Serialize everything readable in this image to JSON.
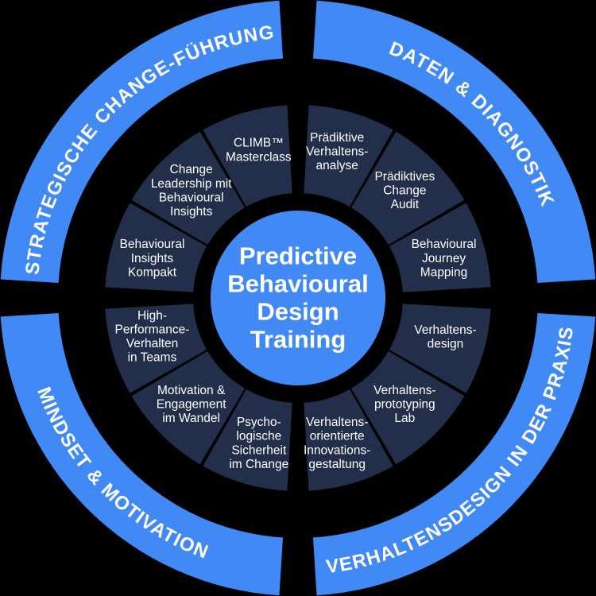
{
  "center": {
    "title_lines": [
      "Predictive",
      "Behavioural",
      "Design",
      "Training"
    ],
    "background_color": "#4189F5",
    "text_color": "#FFFFFF"
  },
  "colors": {
    "background": "#000000",
    "outer_ring": "#4189F5",
    "inner_segment": "#232E4A",
    "divider": "#060B18",
    "label_text": "#FFFFFF"
  },
  "outer_ring": {
    "quadrants": [
      {
        "id": "q1",
        "label": "STRATEGISCHE CHANGE-FÜHRUNG",
        "position": "top-left"
      },
      {
        "id": "q2",
        "label": "DATEN & DIAGNOSTIK",
        "position": "top-right"
      },
      {
        "id": "q3",
        "label": "VERHALTENSDESIGN IN DER PRAXIS",
        "position": "bottom-right"
      },
      {
        "id": "q4",
        "label": "MINDSET & MOTIVATION",
        "position": "bottom-left"
      }
    ]
  },
  "inner_ring": {
    "segments": [
      {
        "index": 0,
        "quadrant": "q2",
        "lines": [
          "Prädiktive",
          "Verhaltens-",
          "analyse"
        ]
      },
      {
        "index": 1,
        "quadrant": "q2",
        "lines": [
          "Prädiktives",
          "Change",
          "Audit"
        ]
      },
      {
        "index": 2,
        "quadrant": "q2",
        "lines": [
          "Behavioural",
          "Journey",
          "Mapping"
        ]
      },
      {
        "index": 3,
        "quadrant": "q3",
        "lines": [
          "Verhaltens-",
          "design"
        ]
      },
      {
        "index": 4,
        "quadrant": "q3",
        "lines": [
          "Verhaltens-",
          "prototyping",
          "Lab"
        ]
      },
      {
        "index": 5,
        "quadrant": "q3",
        "lines": [
          "Verhaltens-",
          "orientierte",
          "Innovations-",
          "gestaltung"
        ]
      },
      {
        "index": 6,
        "quadrant": "q4",
        "lines": [
          "Psycho-",
          "logische",
          "Sicherheit",
          "im Change"
        ]
      },
      {
        "index": 7,
        "quadrant": "q4",
        "lines": [
          "Motivation &",
          "Engagement",
          "im Wandel"
        ]
      },
      {
        "index": 8,
        "quadrant": "q4",
        "lines": [
          "High-",
          "Performance-",
          "Verhalten",
          "in Teams"
        ]
      },
      {
        "index": 9,
        "quadrant": "q1",
        "lines": [
          "Behavioural",
          "Insights",
          "Kompakt"
        ]
      },
      {
        "index": 10,
        "quadrant": "q1",
        "lines": [
          "Change",
          "Leadership mit",
          "Behavioural",
          "Insights"
        ]
      },
      {
        "index": 11,
        "quadrant": "q1",
        "lines": [
          "CLIMB™",
          "Masterclass"
        ]
      }
    ]
  }
}
